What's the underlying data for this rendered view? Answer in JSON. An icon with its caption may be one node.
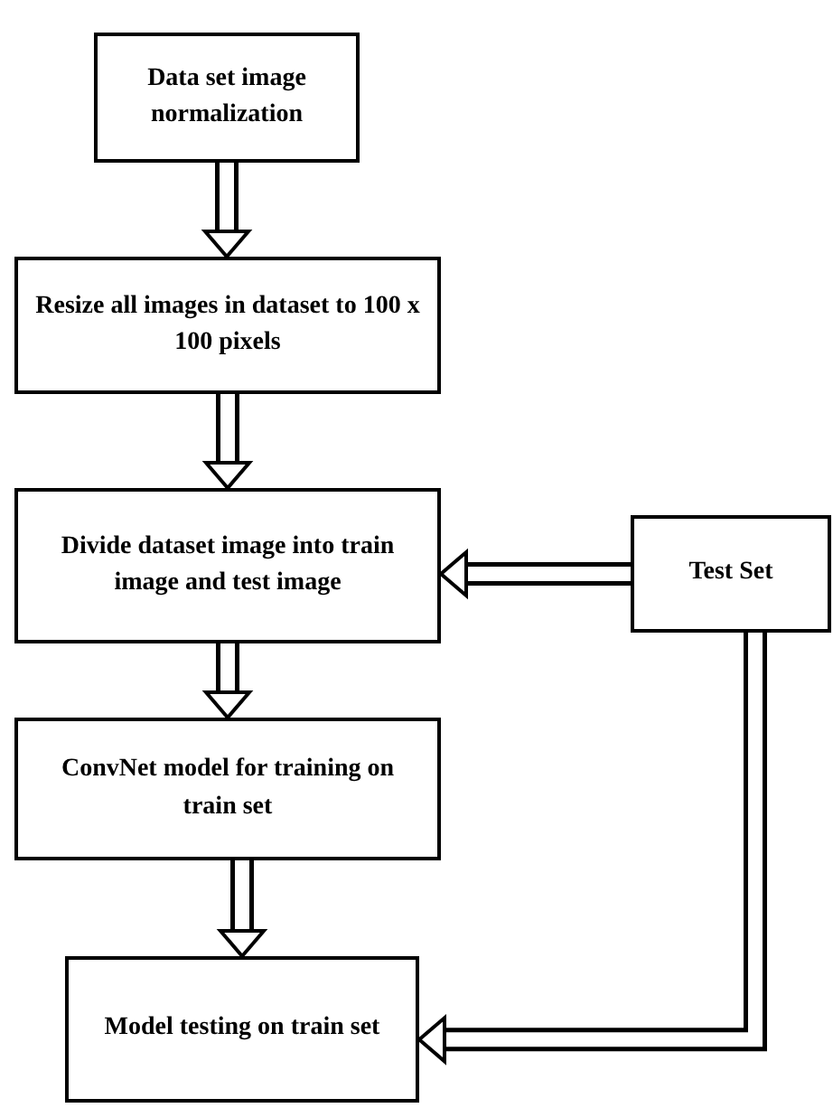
{
  "diagram": {
    "nodes": [
      {
        "text": [
          "Data set image normalization"
        ]
      },
      {
        "text": [
          "Resize all images in dataset to 100 x 100 pixels"
        ]
      },
      {
        "text": [
          "Divide dataset image into train image and test image"
        ]
      },
      {
        "text": [
          "Test Set"
        ]
      },
      {
        "text": [
          "ConvNet model for training on train set"
        ]
      },
      {
        "text": [
          "Model testing on train set"
        ]
      }
    ],
    "edges": [
      {
        "from": 0,
        "to": 1,
        "arrow": "to"
      },
      {
        "from": 1,
        "to": 2,
        "arrow": "to"
      },
      {
        "from": 3,
        "to": 2,
        "arrow": "to"
      },
      {
        "from": 2,
        "to": 4,
        "arrow": "to"
      },
      {
        "from": 4,
        "to": 5,
        "arrow": "to"
      },
      {
        "from": 3,
        "to": 5,
        "arrow": "to"
      }
    ]
  }
}
